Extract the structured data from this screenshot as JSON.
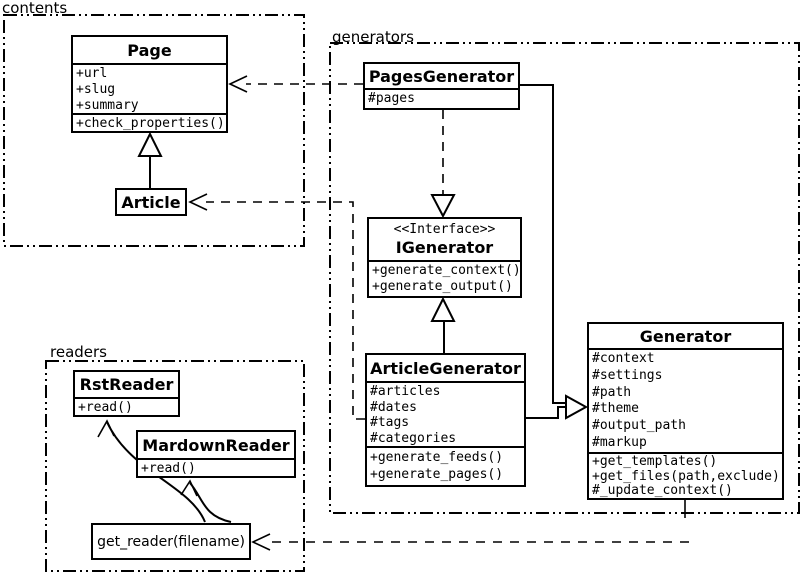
{
  "packages": {
    "contents": {
      "label": "contents"
    },
    "generators": {
      "label": "generators"
    },
    "readers": {
      "label": "readers"
    }
  },
  "classes": {
    "page": {
      "name": "Page",
      "attrs": [
        "+url",
        "+slug",
        "+summary"
      ],
      "methods": [
        "+check_properties()"
      ]
    },
    "article": {
      "name": "Article"
    },
    "pages_generator": {
      "name": "PagesGenerator",
      "attrs": [
        "#pages"
      ]
    },
    "igenerator": {
      "stereotype": "<<Interface>>",
      "name": "IGenerator",
      "methods": [
        "+generate_context()",
        "+generate_output()"
      ]
    },
    "article_generator": {
      "name": "ArticleGenerator",
      "attrs": [
        "#articles",
        "#dates",
        "#tags",
        "#categories"
      ],
      "methods": [
        "+generate_feeds()",
        "+generate_pages()"
      ]
    },
    "generator": {
      "name": "Generator",
      "attrs": [
        "#context",
        "#settings",
        "#path",
        "#theme",
        "#output_path",
        "#markup"
      ],
      "methods": [
        "+get_templates()",
        "+get_files(path,exclude)",
        "#_update_context()"
      ]
    },
    "rst_reader": {
      "name": "RstReader",
      "methods": [
        "+read()"
      ]
    },
    "mardown_reader": {
      "name": "MardownReader",
      "methods": [
        "+read()"
      ]
    },
    "get_reader": {
      "label": "get_reader(filename)"
    }
  },
  "relations": {
    "article_to_page": "generalization",
    "pagesgenerator_to_page": "dependency",
    "articlegenerator_to_article": "dependency",
    "pagesgenerator_to_igenerator": "realization",
    "articlegenerator_to_igenerator": "generalization",
    "generators_to_generator": "generalization",
    "generator_to_get_reader": "dependency",
    "get_reader_to_rstreader": "arrow",
    "get_reader_to_mardownreader": "arrow"
  },
  "colors": {
    "line": "#000000",
    "background": "#ffffff"
  }
}
